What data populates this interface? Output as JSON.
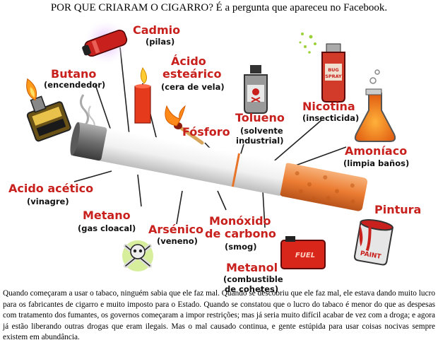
{
  "header": {
    "title": "POR QUE CRIARAM O CIGARRO?  É a pergunta que apareceu no Facebook."
  },
  "ingredients": [
    {
      "name": "Cadmio",
      "use": "(pilas)"
    },
    {
      "name": "Ácido esteárico",
      "name_line1": "Ácido",
      "name_line2": "esteárico",
      "use": "(cera de vela)"
    },
    {
      "name": "Butano",
      "use": "(encendedor)"
    },
    {
      "name": "Nicotina",
      "use": "(insecticida)"
    },
    {
      "name": "Tolueno",
      "use": "(solvente industrial)",
      "use_line1": "(solvente",
      "use_line2": "industrial)"
    },
    {
      "name": "Fósforo",
      "use": ""
    },
    {
      "name": "Amoníaco",
      "use": "(limpia baños)"
    },
    {
      "name": "Acido acético",
      "use": "(vinagre)"
    },
    {
      "name": "Metano",
      "use": "(gas cloacal)"
    },
    {
      "name": "Arsénico",
      "use": "(veneno)"
    },
    {
      "name": "Monóxido de carbono",
      "name_line1": "Monóxido",
      "name_line2": "de carbono",
      "use": "(smog)"
    },
    {
      "name": "Pintura",
      "use": ""
    },
    {
      "name": "Metanol",
      "use": "(combustible de cohetes)",
      "use_line1": "(combustible",
      "use_line2": "de cohetes)"
    }
  ],
  "product_labels": {
    "spray_can": "BUG SPRAY",
    "fuel_can": "FUEL",
    "paint_can": "PAINT"
  },
  "caption": {
    "text": "Quando começaram a usar o tabaco, ninguém sabia que ele faz mal. Quando se descobriu que ele faz mal, ele estava dando muito lucro para os fabricantes de cigarro e muito imposto para o Estado.  Quando se constatou que o lucro do tabaco é menor do que as despesas com tratamento dos fumantes, os governos começaram a impor  restrições; mas já seria muito difícil acabar de vez com a droga; e agora já estão liberando outras drogas que eram ilegais.  Mas o mal causado continua, e gente estúpida para usar coisas nocivas sempre existem em abundância."
  },
  "colors": {
    "label_red": "#c8201c",
    "filter_orange": "#e8742a",
    "paper_white": "#f4f4f4",
    "ash_gray": "#7c7c7c"
  }
}
